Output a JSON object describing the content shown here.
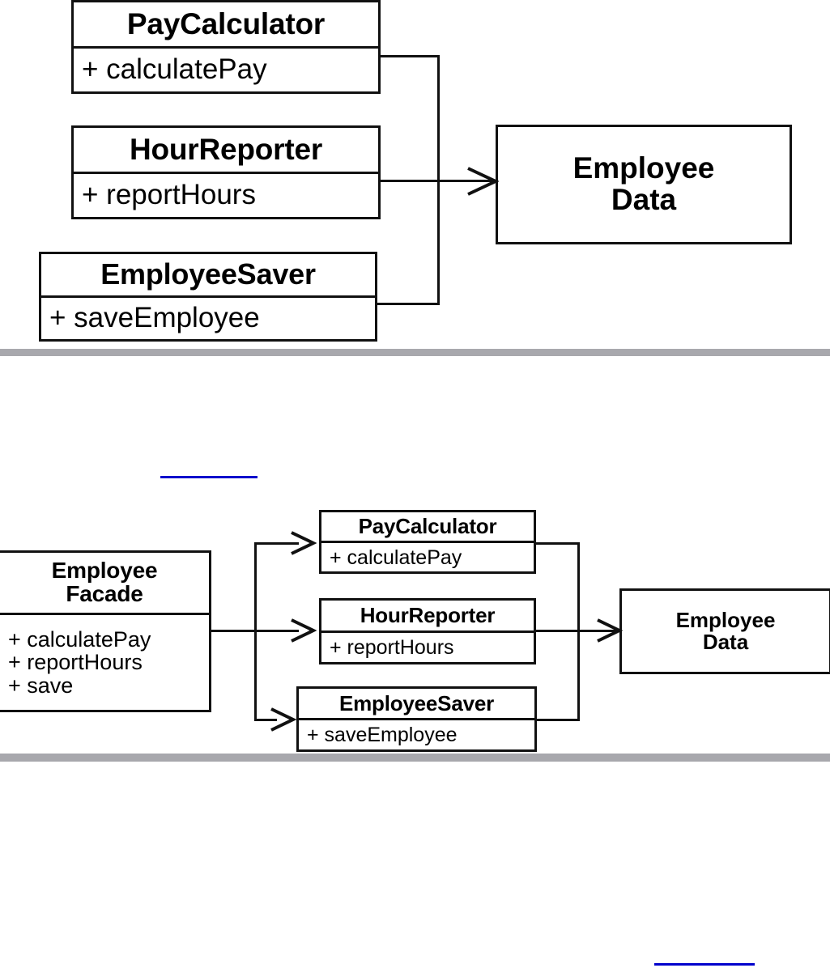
{
  "document": {
    "background_color": "#ffffff",
    "ink_color": "#111111",
    "separator_color": "#a8a8ad",
    "link_color": "#0000cc"
  },
  "figures": [
    {
      "id": "figure-without-facade",
      "type": "uml-class-diagram",
      "classes": [
        {
          "id": "pay-calculator",
          "name": "PayCalculator",
          "members": [
            "+ calculatePay"
          ]
        },
        {
          "id": "hour-reporter",
          "name": "HourReporter",
          "members": [
            "+ reportHours"
          ]
        },
        {
          "id": "employee-saver",
          "name": "EmployeeSaver",
          "members": [
            "+ saveEmployee"
          ]
        },
        {
          "id": "employee-data",
          "name": "Employee\nData",
          "members": []
        }
      ],
      "relationships": [
        {
          "from": "pay-calculator",
          "to": "employee-data",
          "kind": "dependency-arrow"
        },
        {
          "from": "hour-reporter",
          "to": "employee-data",
          "kind": "dependency-arrow"
        },
        {
          "from": "employee-saver",
          "to": "employee-data",
          "kind": "dependency-arrow"
        }
      ]
    },
    {
      "id": "figure-with-facade",
      "type": "uml-class-diagram",
      "classes": [
        {
          "id": "employee-facade",
          "name": "Employee\nFacade",
          "members": [
            "+ calculatePay",
            "+ reportHours",
            "+ save"
          ]
        },
        {
          "id": "pay-calculator-2",
          "name": "PayCalculator",
          "members": [
            "+ calculatePay"
          ]
        },
        {
          "id": "hour-reporter-2",
          "name": "HourReporter",
          "members": [
            "+ reportHours"
          ]
        },
        {
          "id": "employee-saver-2",
          "name": "EmployeeSaver",
          "members": [
            "+ saveEmployee"
          ]
        },
        {
          "id": "employee-data-2",
          "name": "Employee\nData",
          "members": []
        }
      ],
      "relationships": [
        {
          "from": "employee-facade",
          "to": "pay-calculator-2",
          "kind": "dependency-arrow"
        },
        {
          "from": "employee-facade",
          "to": "hour-reporter-2",
          "kind": "dependency-arrow"
        },
        {
          "from": "employee-facade",
          "to": "employee-saver-2",
          "kind": "dependency-arrow"
        },
        {
          "from": "pay-calculator-2",
          "to": "employee-data-2",
          "kind": "dependency-arrow"
        },
        {
          "from": "hour-reporter-2",
          "to": "employee-data-2",
          "kind": "dependency-arrow"
        },
        {
          "from": "employee-saver-2",
          "to": "employee-data-2",
          "kind": "dependency-arrow"
        }
      ]
    }
  ],
  "separators": [
    {
      "id": "separator-top"
    },
    {
      "id": "separator-bottom"
    }
  ],
  "links": [
    {
      "id": "link-rule-upper",
      "text": ""
    },
    {
      "id": "link-rule-lower",
      "text": ""
    }
  ]
}
